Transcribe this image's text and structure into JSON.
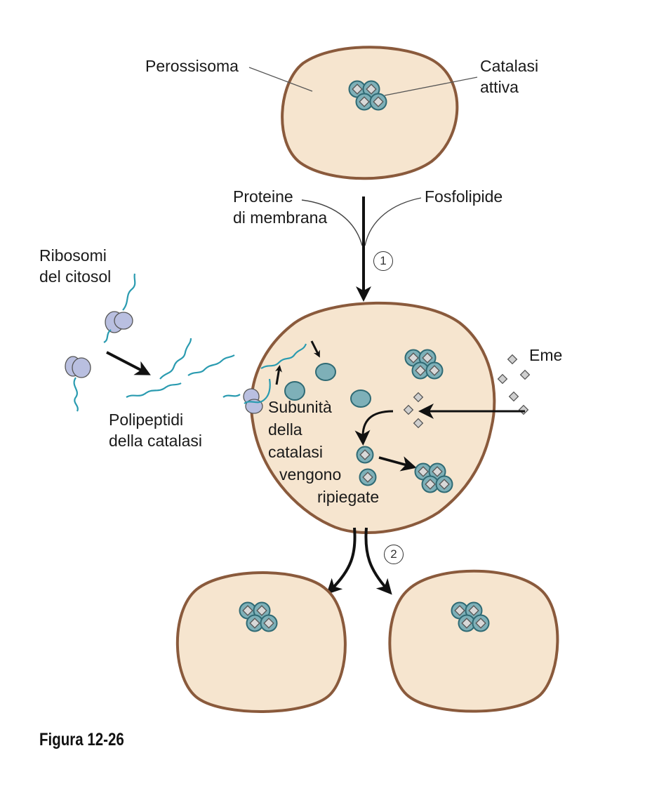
{
  "labels": {
    "perossisoma": "Perossisoma",
    "catalasi_attiva_1": "Catalasi",
    "catalasi_attiva_2": "attiva",
    "proteine_1": "Proteine",
    "proteine_2": "di membrana",
    "fosfolipide": "Fosfolipide",
    "ribosomi_1": "Ribosomi",
    "ribosomi_2": "del citosol",
    "eme": "Eme",
    "polipeptidi_1": "Polipeptidi",
    "polipeptidi_2": "della catalasi",
    "subunita_1": "Subunità",
    "subunita_2": "della",
    "subunita_3": "catalasi",
    "subunita_4": "vengono",
    "subunita_5": "ripiegate"
  },
  "steps": [
    "1",
    "2"
  ],
  "caption": "Figura 12-26",
  "colors": {
    "membrane": "#8a5a3c",
    "interior": "#f6e5cf",
    "protein": "#7eb0b8",
    "protein_stroke": "#2f6a74",
    "heme": "#c9c9c9",
    "ribosome": "#b9bfe0",
    "polypeptide": "#2a9bb0"
  }
}
